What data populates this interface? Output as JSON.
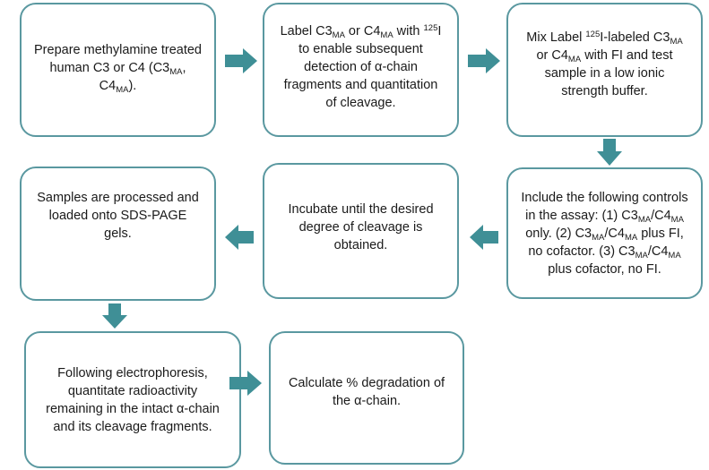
{
  "title": "Factor I cofactor assay workflow",
  "colors": {
    "box_border": "#5a98a0",
    "arrow_fill": "#3f8f96",
    "background": "#ffffff",
    "text": "#1a1a1a"
  },
  "steps": [
    {
      "id": 1,
      "html": "Prepare methylamine treated human C3 or C4 (C3<sub>MA</sub>, C4<sub>MA</sub>)."
    },
    {
      "id": 2,
      "html": "Label C3<sub>MA</sub> or C4<sub>MA</sub> with <sup>125</sup>I to enable subsequent detection of α-chain fragments and quantitation of cleavage."
    },
    {
      "id": 3,
      "html": "Mix Label <sup>125</sup>I-labeled C3<sub>MA</sub> or C4<sub>MA</sub> with FI and test sample in a low ionic strength buffer."
    },
    {
      "id": 4,
      "html": "Include the following controls in the assay: (1) C3<sub>MA</sub>/C4<sub>MA</sub> only. (2) C3<sub>MA</sub>/C4<sub>MA</sub> plus FI, no cofactor. (3) C3<sub>MA</sub>/C4<sub>MA</sub> plus cofactor, no FI."
    },
    {
      "id": 5,
      "html": "Incubate until the desired degree of cleavage is obtained."
    },
    {
      "id": 6,
      "html": "Samples are processed and loaded onto SDS-PAGE gels."
    },
    {
      "id": 7,
      "html": "Following electrophoresis, quantitate radioactivity remaining in the intact α-chain and its cleavage fragments."
    },
    {
      "id": 8,
      "html": "Calculate % degradation of the α-chain."
    }
  ],
  "arrows": [
    {
      "from": 1,
      "to": 2,
      "direction": "right",
      "icon": "arrow-right-icon"
    },
    {
      "from": 2,
      "to": 3,
      "direction": "right",
      "icon": "arrow-right-icon"
    },
    {
      "from": 3,
      "to": 4,
      "direction": "down",
      "icon": "arrow-down-icon"
    },
    {
      "from": 4,
      "to": 5,
      "direction": "left",
      "icon": "arrow-left-icon"
    },
    {
      "from": 5,
      "to": 6,
      "direction": "left",
      "icon": "arrow-left-icon"
    },
    {
      "from": 6,
      "to": 7,
      "direction": "down",
      "icon": "arrow-down-icon"
    },
    {
      "from": 7,
      "to": 8,
      "direction": "right",
      "icon": "arrow-right-icon"
    }
  ]
}
